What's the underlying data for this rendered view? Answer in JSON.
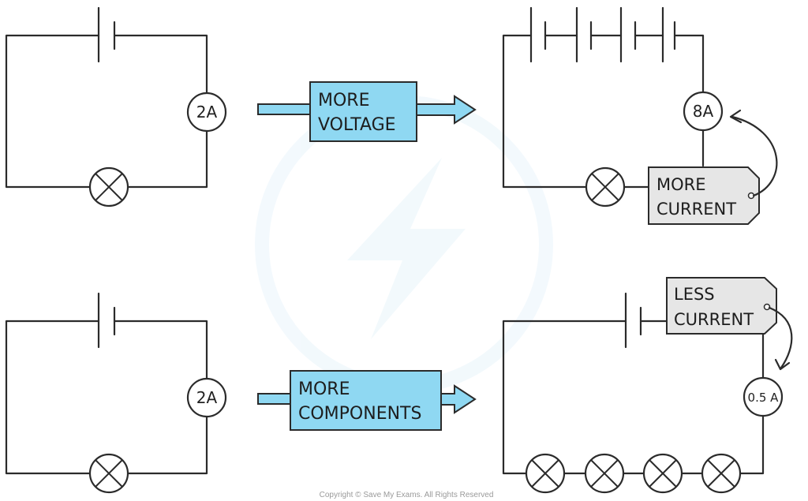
{
  "arrows": {
    "top_label_line1": "MORE",
    "top_label_line2": "VOLTAGE",
    "bottom_label_line1": "MORE",
    "bottom_label_line2": "COMPONENTS"
  },
  "meters": {
    "top_left": "2A",
    "top_right": "8A",
    "bottom_left": "2A",
    "bottom_right": "0.5 A"
  },
  "tags": {
    "more_current_line1": "MORE",
    "more_current_line2": "CURRENT",
    "less_current_line1": "LESS",
    "less_current_line2": "CURRENT"
  },
  "footer": {
    "copyright": "Copyright © Save My Exams. All Rights Reserved"
  },
  "colors": {
    "arrow_fill": "#8fd8f2",
    "box_fill": "#8fd8f2",
    "tag_fill": "#e6e6e6",
    "wire": "#2b2b2b"
  }
}
